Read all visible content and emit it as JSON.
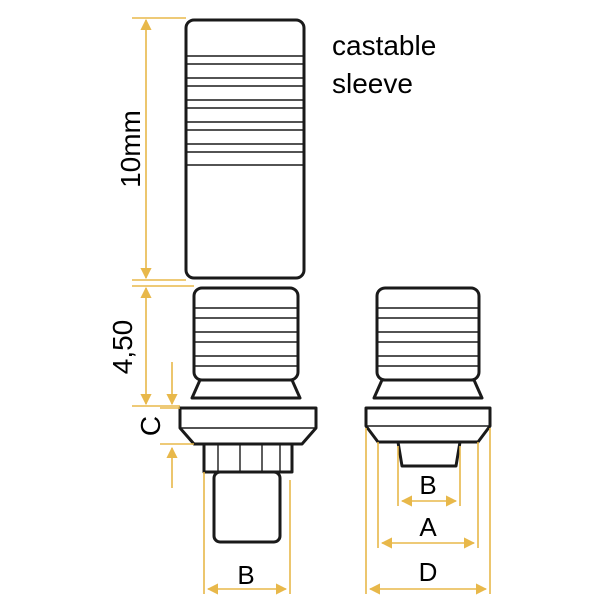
{
  "caption": {
    "line1": "castable",
    "line2": "sleeve"
  },
  "dimensions": {
    "sleeve_height": "10mm",
    "collar_height": "4,50",
    "c_label": "C",
    "b_left": "B",
    "b_right": "B",
    "a_right": "A",
    "d_right": "D"
  },
  "colors": {
    "dimension_line": "#e8b84a",
    "outline": "#1a1a1a",
    "background": "#ffffff"
  }
}
